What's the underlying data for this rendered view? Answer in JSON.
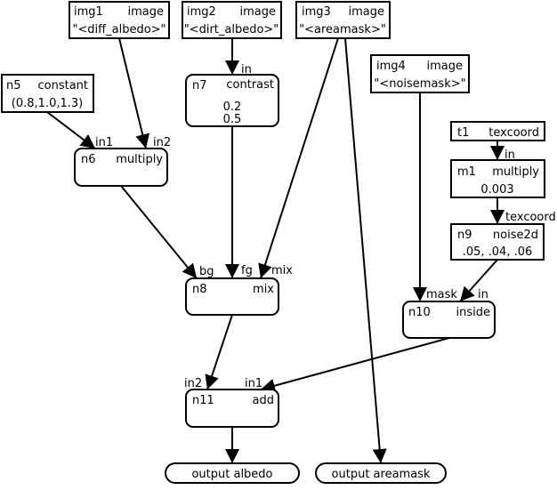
{
  "colors": {
    "stroke": "#000000",
    "fill": "#ffffff",
    "text": "#000000"
  },
  "nodes": {
    "img1": {
      "id": "img1",
      "type": "image",
      "value": "\"<diff_albedo>\""
    },
    "img2": {
      "id": "img2",
      "type": "image",
      "value": "\"<dirt_albedo>\""
    },
    "img3": {
      "id": "img3",
      "type": "image",
      "value": "\"<areamask>\""
    },
    "img4": {
      "id": "img4",
      "type": "image",
      "value": "\"<noisemask>\""
    },
    "n5": {
      "id": "n5",
      "type": "constant",
      "value": "(0.8,1.0,1.3)"
    },
    "n7": {
      "id": "n7",
      "type": "contrast",
      "value1": "0.2",
      "value2": "0.5"
    },
    "n6": {
      "id": "n6",
      "type": "multiply"
    },
    "t1": {
      "id": "t1",
      "type": "texcoord"
    },
    "m1": {
      "id": "m1",
      "type": "multiply",
      "value": "0.003"
    },
    "n9": {
      "id": "n9",
      "type": "noise2d",
      "value": ".05, .04, .06"
    },
    "n8": {
      "id": "n8",
      "type": "mix"
    },
    "n10": {
      "id": "n10",
      "type": "inside"
    },
    "n11": {
      "id": "n11",
      "type": "add"
    },
    "out_albedo": {
      "label": "output albedo"
    },
    "out_areamask": {
      "label": "output areamask"
    }
  },
  "ports": {
    "n7_in": "in",
    "n6_in1": "in1",
    "n6_in2": "in2",
    "n8_bg": "bg",
    "n8_fg": "fg",
    "n8_mix": "mix",
    "n10_mask": "mask",
    "n10_in": "in",
    "m1_in": "in",
    "n9_texcoord": "texcoord",
    "n11_in2": "in2",
    "n11_in1": "in1"
  },
  "edges": [
    {
      "from": "img1",
      "to": "n6",
      "port": "in2"
    },
    {
      "from": "n5",
      "to": "n6",
      "port": "in1"
    },
    {
      "from": "img2",
      "to": "n7",
      "port": "in"
    },
    {
      "from": "n6",
      "to": "n8",
      "port": "bg"
    },
    {
      "from": "n7",
      "to": "n8",
      "port": "fg"
    },
    {
      "from": "img3",
      "to": "n8",
      "port": "mix"
    },
    {
      "from": "img3",
      "to": "out_areamask"
    },
    {
      "from": "img4",
      "to": "n10",
      "port": "mask"
    },
    {
      "from": "t1",
      "to": "m1",
      "port": "in"
    },
    {
      "from": "m1",
      "to": "n9",
      "port": "texcoord"
    },
    {
      "from": "n9",
      "to": "n10",
      "port": "in"
    },
    {
      "from": "n8",
      "to": "n11",
      "port": "in2"
    },
    {
      "from": "n10",
      "to": "n11",
      "port": "in1"
    },
    {
      "from": "n11",
      "to": "out_albedo"
    }
  ]
}
